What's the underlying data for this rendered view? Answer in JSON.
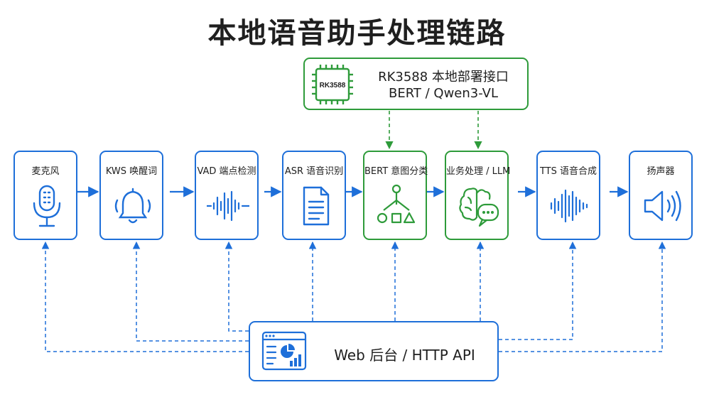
{
  "title": "本地语音助手处理链路",
  "colors": {
    "blue": "#1e6fd9",
    "green": "#2e9b3a",
    "text": "#1f1f1f"
  },
  "pipeline": [
    {
      "label": "麦克风",
      "icon": "microphone-icon"
    },
    {
      "label": "KWS 唤醒词",
      "icon": "bell-icon"
    },
    {
      "label": "VAD 端点检测",
      "icon": "waveform-icon"
    },
    {
      "label": "ASR 语音识别",
      "icon": "document-icon"
    },
    {
      "label": "BERT 意图分类",
      "icon": "hierarchy-icon"
    },
    {
      "label": "业务处理 / LLM",
      "icon": "brain-chat-icon"
    },
    {
      "label": "TTS 语音合成",
      "icon": "audio-wave-icon"
    },
    {
      "label": "扬声器",
      "icon": "speaker-icon"
    }
  ],
  "npu_interface": {
    "chip_label": "RK3588",
    "line1": "RK3588 本地部署接口",
    "line2": "BERT / Qwen3-VL",
    "icon": "chip-icon"
  },
  "backend": {
    "label": "Web 后台 / HTTP API",
    "icon": "dashboard-icon"
  }
}
